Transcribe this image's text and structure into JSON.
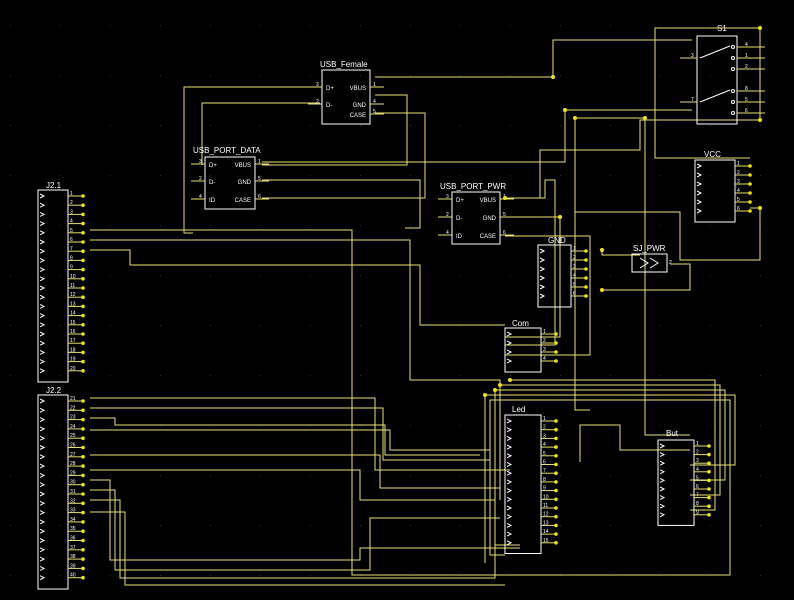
{
  "connectors": {
    "j21": {
      "title": "J2.1",
      "pins": [
        "1",
        "2",
        "3",
        "4",
        "5",
        "6",
        "7",
        "8",
        "9",
        "10",
        "11",
        "12",
        "13",
        "14",
        "15",
        "16",
        "17",
        "18",
        "19",
        "20"
      ]
    },
    "j22": {
      "title": "J2.2",
      "pins": [
        "21",
        "22",
        "23",
        "24",
        "25",
        "26",
        "27",
        "28",
        "29",
        "30",
        "31",
        "32",
        "33",
        "34",
        "35",
        "36",
        "37",
        "38",
        "39",
        "40"
      ]
    },
    "vcc": {
      "title": "VCC",
      "pins": [
        "1",
        "2",
        "3",
        "4",
        "5",
        "6"
      ]
    },
    "gnd": {
      "title": "GND",
      "pins": [
        "1",
        "2",
        "3",
        "4",
        "5",
        "6"
      ]
    },
    "com": {
      "title": "Com",
      "pins": [
        "1",
        "2",
        "3",
        "4"
      ]
    },
    "led": {
      "title": "Led",
      "pins": [
        "1",
        "2",
        "3",
        "4",
        "5",
        "6",
        "7",
        "8",
        "9",
        "10",
        "11",
        "12",
        "13",
        "14",
        "15"
      ]
    },
    "but": {
      "title": "But",
      "pins": [
        "1",
        "2",
        "3",
        "4",
        "5",
        "6",
        "7",
        "8",
        "9"
      ]
    },
    "sj": {
      "title": "SJ_PWR",
      "pins": [
        "1",
        "2"
      ]
    }
  },
  "usb": {
    "female": {
      "title": "USB_Female",
      "left": [
        {
          "name": "D+",
          "num": "3"
        },
        {
          "name": "D-",
          "num": "2"
        }
      ],
      "right": [
        {
          "name": "VBUS",
          "num": "1"
        },
        {
          "name": "GND",
          "num": "4"
        },
        {
          "name": "CASE",
          "num": "5"
        }
      ]
    },
    "data": {
      "title": "USB_PORT_DATA",
      "left": [
        {
          "name": "D+",
          "num": "3"
        },
        {
          "name": "D-",
          "num": "2"
        },
        {
          "name": "ID",
          "num": "4"
        }
      ],
      "right": [
        {
          "name": "VBUS",
          "num": "1"
        },
        {
          "name": "GND",
          "num": "5"
        },
        {
          "name": "CASE",
          "num": "6"
        }
      ]
    },
    "pwr": {
      "title": "USB_PORT_PWR",
      "left": [
        {
          "name": "D+",
          "num": "3"
        },
        {
          "name": "D-",
          "num": "2"
        },
        {
          "name": "ID",
          "num": "4"
        }
      ],
      "right": [
        {
          "name": "VBUS",
          "num": "1"
        },
        {
          "name": "GND",
          "num": "5"
        },
        {
          "name": "CASE",
          "num": "6"
        }
      ]
    }
  },
  "switch": {
    "title": "S1",
    "left_pins": [
      "3",
      "7"
    ],
    "right_pins": [
      "4",
      "1",
      "2",
      "8",
      "5",
      "6"
    ]
  },
  "colors": {
    "background": "#000000",
    "wire": "#e8e070",
    "outline": "#ffffff",
    "junction": "#f2e600"
  }
}
